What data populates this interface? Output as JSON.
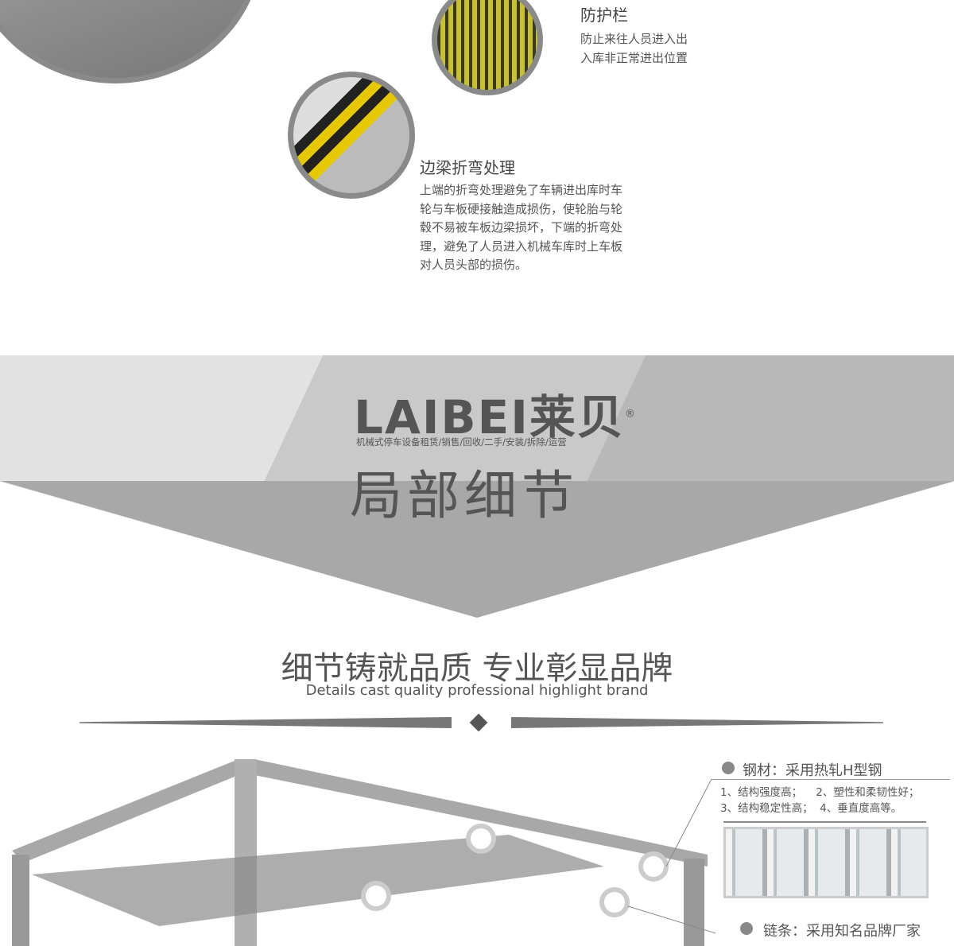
{
  "features": [
    {
      "title": "防护栏",
      "desc": [
        "防止来往人员进入出",
        "入库非正常进出位置"
      ]
    },
    {
      "title": "边梁折弯处理",
      "desc": [
        "上端的折弯处理避免了车辆进出库时车",
        "轮与车板硬接触造成损伤，使轮胎与轮",
        "毂不易被车板边梁损坏，下端的折弯处",
        "理，避免了人员进入机械车库时上车板",
        "对人员头部的损伤。"
      ]
    }
  ],
  "banner": {
    "logo_latin": "LAIBEI",
    "logo_cn": "莱贝",
    "registered": "®",
    "tagline": "机械式停车设备租赁/销售/回收/二手/安装/拆除/运营",
    "title": "局部细节"
  },
  "slogan": {
    "cn": "细节铸就品质  专业彰显品牌",
    "en": "Details cast quality professional highlight brand"
  },
  "annotations": [
    {
      "title": "钢材：采用热轧H型钢",
      "lines": [
        "1、结构强度高；    2、塑性和柔韧性好；",
        "3、结构稳定性高；  4、垂直度高等。"
      ]
    },
    {
      "title": "链条：采用知名品牌厂家"
    }
  ]
}
